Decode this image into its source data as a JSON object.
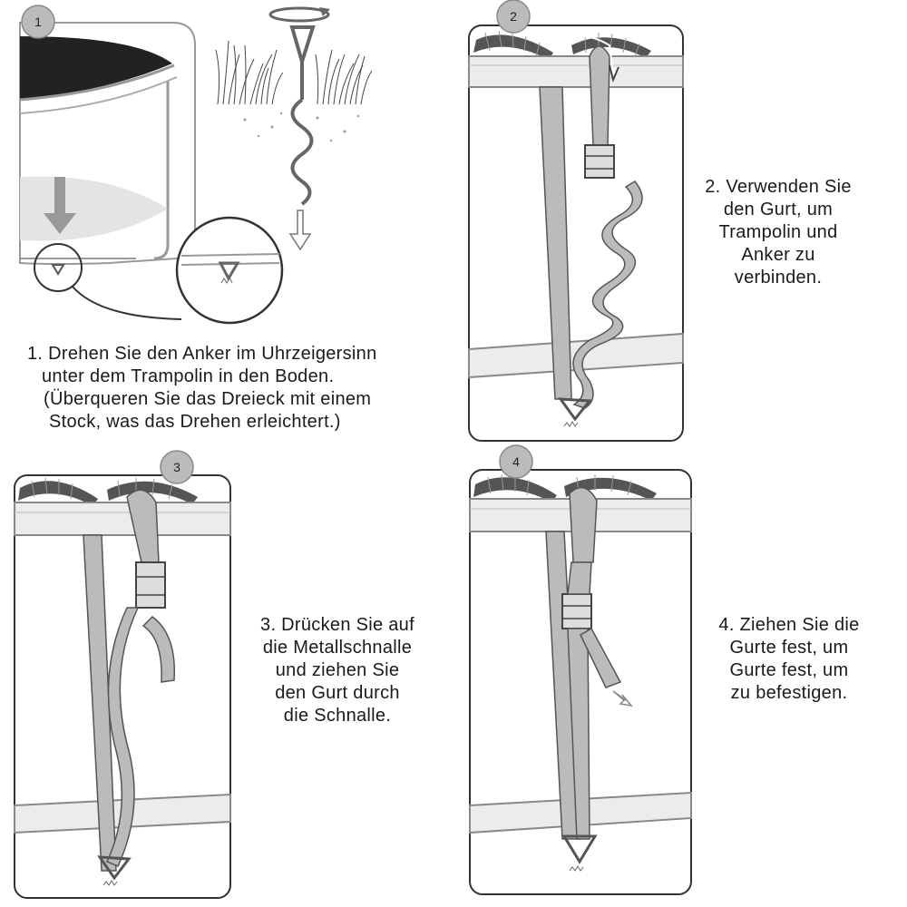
{
  "steps": [
    {
      "badge": "1",
      "lines": [
        "1. Drehen Sie den Anker im Uhrzeigersinn",
        "unter dem Trampolin in den Boden.",
        "(Überqueren Sie das Dreieck mit einem",
        "Stock, was das Drehen erleichtert.)"
      ]
    },
    {
      "badge": "2",
      "lines": [
        "2. Verwenden Sie",
        "den Gurt, um",
        "Trampolin und",
        "Anker zu",
        "verbinden."
      ]
    },
    {
      "badge": "3",
      "lines": [
        "3. Drücken Sie auf",
        "die Metallschnalle",
        "und ziehen Sie",
        "den Gurt durch",
        "die Schnalle."
      ]
    },
    {
      "badge": "4",
      "lines": [
        "4. Ziehen Sie die",
        "Gurte fest, um",
        "Gurte fest, um",
        "zu befestigen."
      ]
    }
  ]
}
